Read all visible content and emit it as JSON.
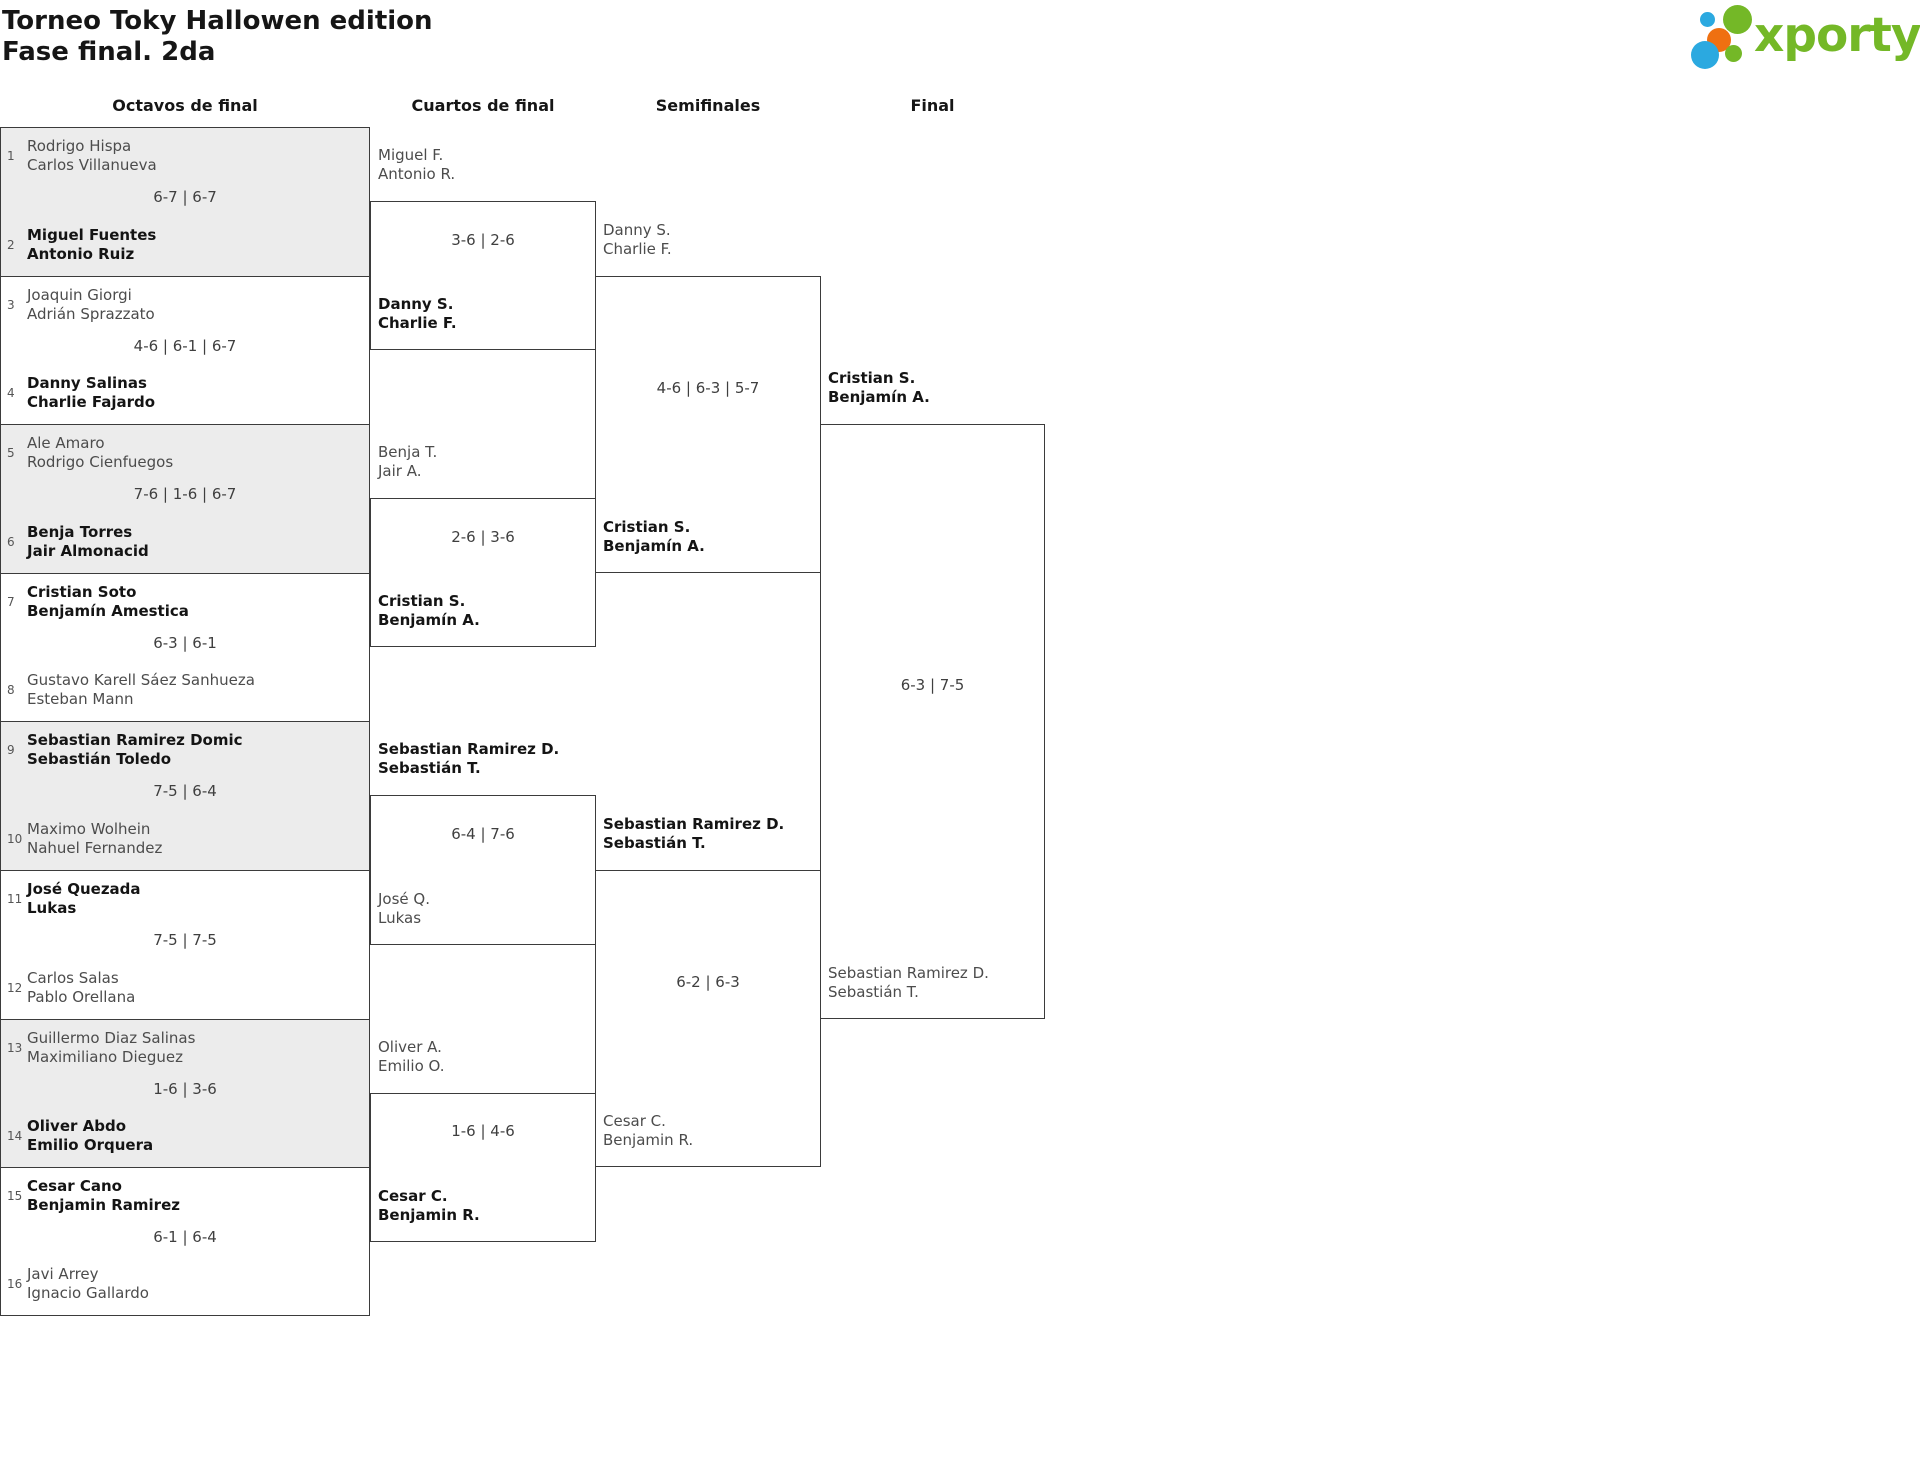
{
  "title": {
    "line1": "Torneo Toky Hallowen edition",
    "line2": "Fase final. 2da"
  },
  "logo": {
    "text": "xporty",
    "colors": {
      "green": "#74b827",
      "blue": "#2ba9e0",
      "orange": "#ef7011"
    }
  },
  "columns": [
    "Octavos de final",
    "Cuartos de final",
    "Semifinales",
    "Final"
  ],
  "octavos": [
    {
      "seed_top": "1",
      "top": {
        "lines": [
          "Rodrigo Hispa",
          "Carlos Villanueva"
        ],
        "bold": false
      },
      "score": "6-7 | 6-7",
      "seed_bottom": "2",
      "bottom": {
        "lines": [
          "Miguel Fuentes",
          "Antonio Ruiz"
        ],
        "bold": true
      }
    },
    {
      "seed_top": "3",
      "top": {
        "lines": [
          "Joaquin Giorgi",
          "Adrián Sprazzato"
        ],
        "bold": false
      },
      "score": "4-6 | 6-1 | 6-7",
      "seed_bottom": "4",
      "bottom": {
        "lines": [
          "Danny Salinas",
          "Charlie Fajardo"
        ],
        "bold": true
      }
    },
    {
      "seed_top": "5",
      "top": {
        "lines": [
          "Ale Amaro",
          "Rodrigo Cienfuegos"
        ],
        "bold": false
      },
      "score": "7-6 | 1-6 | 6-7",
      "seed_bottom": "6",
      "bottom": {
        "lines": [
          "Benja Torres",
          "Jair Almonacid"
        ],
        "bold": true
      }
    },
    {
      "seed_top": "7",
      "top": {
        "lines": [
          "Cristian Soto",
          "Benjamín Amestica"
        ],
        "bold": true
      },
      "score": "6-3 | 6-1",
      "seed_bottom": "8",
      "bottom": {
        "lines": [
          "Gustavo Karell Sáez Sanhueza",
          "Esteban Mann"
        ],
        "bold": false
      }
    },
    {
      "seed_top": "9",
      "top": {
        "lines": [
          "Sebastian Ramirez Domic",
          "Sebastián Toledo"
        ],
        "bold": true
      },
      "score": "7-5 | 6-4",
      "seed_bottom": "10",
      "bottom": {
        "lines": [
          "Maximo Wolhein",
          "Nahuel Fernandez"
        ],
        "bold": false
      }
    },
    {
      "seed_top": "11",
      "top": {
        "lines": [
          "José Quezada",
          "Lukas"
        ],
        "bold": true
      },
      "score": "7-5 | 7-5",
      "seed_bottom": "12",
      "bottom": {
        "lines": [
          "Carlos Salas",
          "Pablo Orellana"
        ],
        "bold": false
      }
    },
    {
      "seed_top": "13",
      "top": {
        "lines": [
          "Guillermo Diaz Salinas",
          "Maximiliano Dieguez"
        ],
        "bold": false
      },
      "score": "1-6 | 3-6",
      "seed_bottom": "14",
      "bottom": {
        "lines": [
          "Oliver Abdo",
          "Emilio Orquera"
        ],
        "bold": true
      }
    },
    {
      "seed_top": "15",
      "top": {
        "lines": [
          "Cesar Cano",
          "Benjamin Ramirez"
        ],
        "bold": true
      },
      "score": "6-1 | 6-4",
      "seed_bottom": "16",
      "bottom": {
        "lines": [
          "Javi Arrey",
          "Ignacio Gallardo"
        ],
        "bold": false
      }
    }
  ],
  "cuartos": [
    {
      "top": {
        "lines": [
          "Miguel F.",
          "Antonio R."
        ],
        "bold": false
      },
      "score": "3-6 | 2-6",
      "bottom": {
        "lines": [
          "Danny S.",
          "Charlie F."
        ],
        "bold": true
      }
    },
    {
      "top": {
        "lines": [
          "Benja T.",
          "Jair A."
        ],
        "bold": false
      },
      "score": "2-6 | 3-6",
      "bottom": {
        "lines": [
          "Cristian S.",
          "Benjamín A."
        ],
        "bold": true
      }
    },
    {
      "top": {
        "lines": [
          "Sebastian Ramirez D.",
          "Sebastián T."
        ],
        "bold": true
      },
      "score": "6-4 | 7-6",
      "bottom": {
        "lines": [
          "José Q.",
          "Lukas"
        ],
        "bold": false
      }
    },
    {
      "top": {
        "lines": [
          "Oliver A.",
          "Emilio O."
        ],
        "bold": false
      },
      "score": "1-6 | 4-6",
      "bottom": {
        "lines": [
          "Cesar C.",
          "Benjamin R."
        ],
        "bold": true
      }
    }
  ],
  "semifinales": [
    {
      "top": {
        "lines": [
          "Danny S.",
          "Charlie F."
        ],
        "bold": false
      },
      "score": "4-6 | 6-3 | 5-7",
      "bottom": {
        "lines": [
          "Cristian S.",
          "Benjamín A."
        ],
        "bold": true
      }
    },
    {
      "top": {
        "lines": [
          "Sebastian Ramirez D.",
          "Sebastián T."
        ],
        "bold": true
      },
      "score": "6-2 | 6-3",
      "bottom": {
        "lines": [
          "Cesar C.",
          "Benjamin R."
        ],
        "bold": false
      }
    }
  ],
  "final": {
    "top": {
      "lines": [
        "Cristian S.",
        "Benjamín A."
      ],
      "bold": true
    },
    "score": "6-3 | 7-5",
    "bottom": {
      "lines": [
        "Sebastian Ramirez D.",
        "Sebastián T."
      ],
      "bold": false
    }
  }
}
